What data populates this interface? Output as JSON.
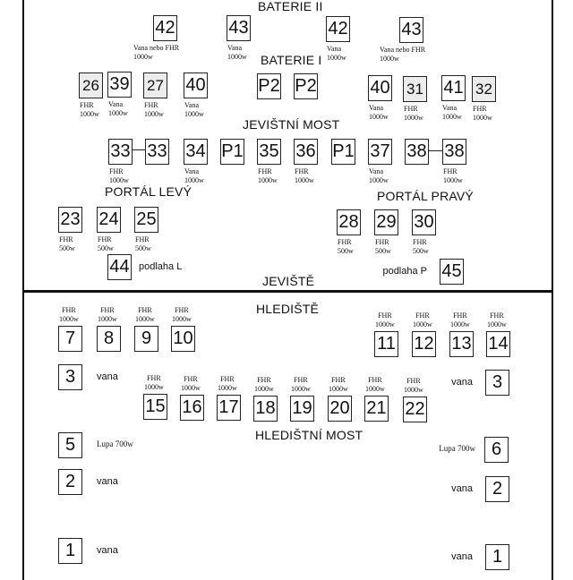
{
  "titles": {
    "baterie_ii": "BATERIE II",
    "baterie_i": "BATERIE I",
    "jevistni_most": "JEVIŠTNÍ MOST",
    "portal_levy": "PORTÁL LEVÝ",
    "portal_pravy": "PORTÁL PRAVÝ",
    "jeviste": "JEVIŠTĚ",
    "hlediste": "HLEDIŠTĚ",
    "hledistni_most": "HLEDIŠTNÍ MOST"
  },
  "fixtures": [
    {
      "num": "42",
      "type": "Vana nebo FHR",
      "watt": "1000w"
    },
    {
      "num": "43",
      "type": "Vana",
      "watt": "1000w"
    },
    {
      "num": "42",
      "type": "Vana",
      "watt": "1000w"
    },
    {
      "num": "43",
      "type": "Vana nebo FHR",
      "watt": "1000w"
    },
    {
      "num": "26",
      "type": "FHR",
      "watt": "1000w"
    },
    {
      "num": "39",
      "type": "Vana",
      "watt": "1000w"
    },
    {
      "num": "27",
      "type": "FHR",
      "watt": "1000w"
    },
    {
      "num": "40",
      "type": "Vana",
      "watt": "1000w"
    },
    {
      "num": "P2"
    },
    {
      "num": "P2"
    },
    {
      "num": "40",
      "type": "Vana",
      "watt": "1000w"
    },
    {
      "num": "31",
      "type": "FHR",
      "watt": "1000w"
    },
    {
      "num": "41",
      "type": "Vana",
      "watt": "1000w"
    },
    {
      "num": "32",
      "type": "FHR",
      "watt": "1000w"
    },
    {
      "num": "33",
      "type": "FHR",
      "watt": "1000w"
    },
    {
      "num": "33"
    },
    {
      "num": "34",
      "type": "Vana",
      "watt": "1000w"
    },
    {
      "num": "P1"
    },
    {
      "num": "35",
      "type": "FHR",
      "watt": "1000w"
    },
    {
      "num": "36",
      "type": "FHR",
      "watt": "1000w"
    },
    {
      "num": "P1"
    },
    {
      "num": "37",
      "type": "Vana",
      "watt": "1000w"
    },
    {
      "num": "38"
    },
    {
      "num": "38",
      "type": "FHR",
      "watt": "1000w"
    },
    {
      "num": "23",
      "type": "FHR",
      "watt": "500w"
    },
    {
      "num": "24",
      "type": "FHR",
      "watt": "500w"
    },
    {
      "num": "25",
      "type": "FHR",
      "watt": "500w"
    },
    {
      "num": "28",
      "type": "FHR",
      "watt": "500w"
    },
    {
      "num": "29",
      "type": "FHR",
      "watt": "500w"
    },
    {
      "num": "30",
      "type": "FHR",
      "watt": "500w"
    },
    {
      "num": "44",
      "side": "podlaha L"
    },
    {
      "num": "45",
      "side": "podlaha P"
    },
    {
      "num": "7",
      "type": "FHR",
      "watt": "1000w"
    },
    {
      "num": "8",
      "type": "FHR",
      "watt": "1000w"
    },
    {
      "num": "9",
      "type": "FHR",
      "watt": "1000w"
    },
    {
      "num": "10",
      "type": "FHR",
      "watt": "1000w"
    },
    {
      "num": "11",
      "type": "FHR",
      "watt": "1000w"
    },
    {
      "num": "12",
      "type": "FHR",
      "watt": "1000w"
    },
    {
      "num": "13",
      "type": "FHR",
      "watt": "1000w"
    },
    {
      "num": "14",
      "type": "FHR",
      "watt": "1000w"
    },
    {
      "num": "3",
      "side": "vana"
    },
    {
      "num": "15",
      "type": "FHR",
      "watt": "1000w"
    },
    {
      "num": "16",
      "type": "FHR",
      "watt": "1000w"
    },
    {
      "num": "17",
      "type": "FHR",
      "watt": "1000w"
    },
    {
      "num": "18",
      "type": "FHR",
      "watt": "1000w"
    },
    {
      "num": "19",
      "type": "FHR",
      "watt": "1000w"
    },
    {
      "num": "20",
      "type": "FHR",
      "watt": "1000w"
    },
    {
      "num": "21",
      "type": "FHR",
      "watt": "1000w"
    },
    {
      "num": "22",
      "type": "FHR",
      "watt": "1000w"
    },
    {
      "num": "3",
      "side": "vana"
    },
    {
      "num": "5",
      "side": "Lupa 700w"
    },
    {
      "num": "6",
      "side": "Lupa 700w"
    },
    {
      "num": "2",
      "side": "vana"
    },
    {
      "num": "2",
      "side": "vana"
    },
    {
      "num": "1",
      "side": "vana"
    },
    {
      "num": "1",
      "side": "vana"
    }
  ]
}
